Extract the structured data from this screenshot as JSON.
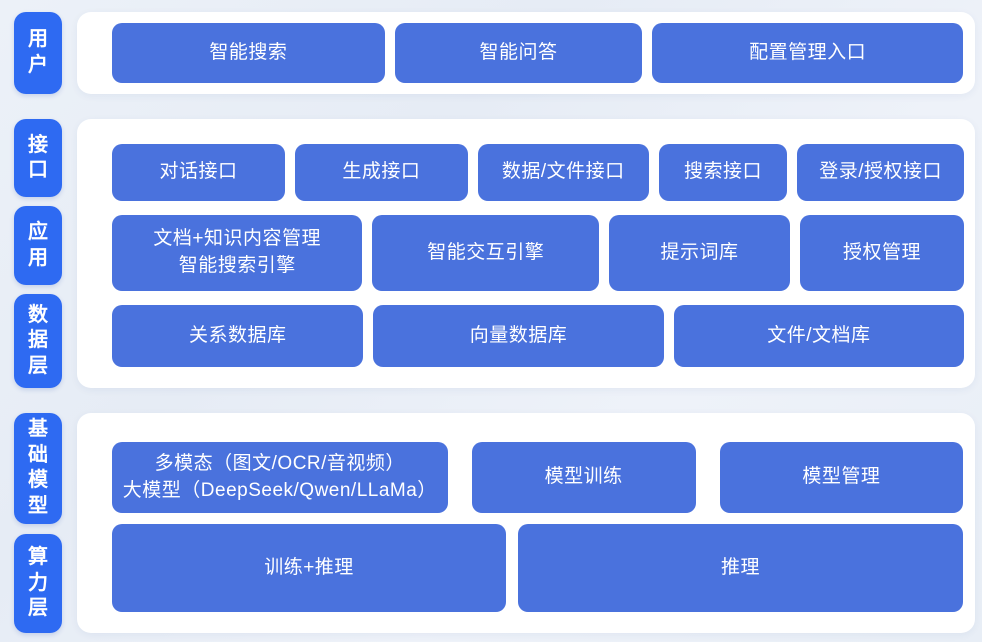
{
  "theme": {
    "page_bg": "#e9eef6",
    "panel_bg": "#ffffff",
    "pill_blue": "#2e6af2",
    "box_blue": "#4a72dd",
    "text_white": "#ffffff"
  },
  "layers": {
    "user": {
      "label": "用户"
    },
    "interface": {
      "label": "接口"
    },
    "application": {
      "label": "应用"
    },
    "data": {
      "label": "数据层"
    },
    "foundation_model": {
      "label": "基础模型"
    },
    "compute": {
      "label": "算力层"
    }
  },
  "user_row": {
    "smart_search": "智能搜索",
    "smart_qa": "智能问答",
    "config_entry": "配置管理入口"
  },
  "api_row": {
    "dialog_api": "对话接口",
    "generation_api": "生成接口",
    "data_file_api": "数据/文件接口",
    "search_api": "搜索接口",
    "login_auth_api": "登录/授权接口"
  },
  "app_row": {
    "doc_engine_line1": "文档+知识内容管理",
    "doc_engine_line2": "智能搜索引擎",
    "interaction_engine": "智能交互引擎",
    "prompt_library": "提示词库",
    "auth_management": "授权管理"
  },
  "data_row": {
    "relational_db": "关系数据库",
    "vector_db": "向量数据库",
    "file_doc_store": "文件/文档库"
  },
  "model_row": {
    "multimodal_line1": "多模态（图文/OCR/音视频）",
    "multimodal_line2": "大模型（DeepSeek/Qwen/LLaMa）",
    "model_training": "模型训练",
    "model_management": "模型管理"
  },
  "compute_row": {
    "training_inference": "训练+推理",
    "inference": "推理"
  }
}
